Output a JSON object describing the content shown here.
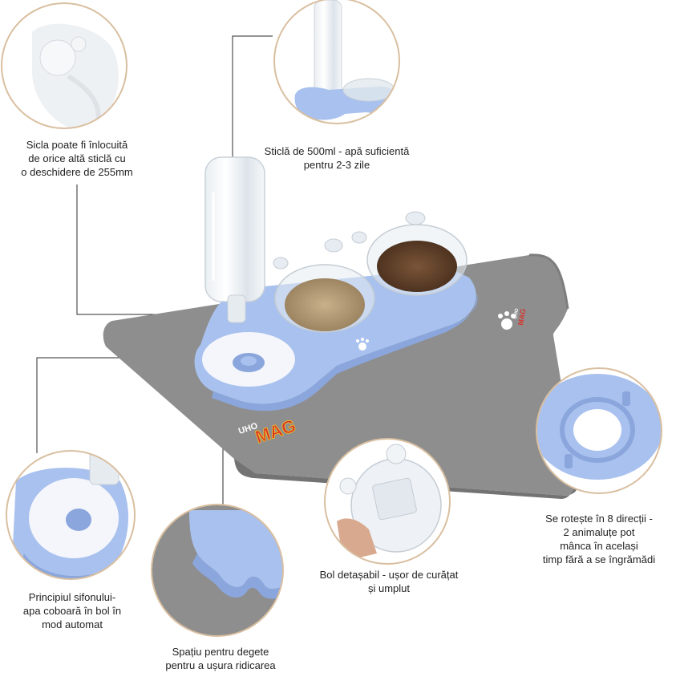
{
  "captions": {
    "bottle_replace": "Sicla poate fi înlocuită\nde orice altă sticlă cu\no deschidere de 255mm",
    "bottle_capacity": "Sticlă de 500ml - apă suficientă\npentru 2-3 zile",
    "rotation": "Se rotește în 8 direcții -\n2 animaluțe pot\nmânca în același\ntimp fără a se îngrămădi",
    "removable_bowl": "Bol detașabil - ușor de curățat\nși umplut",
    "siphon": "Principiul sifonului-\napa coboară în bol în\nmod automat",
    "finger_space": "Spațiu pentru degete\npentru a ușura ridicarea"
  },
  "brand": {
    "line1": "UHO",
    "line2": "MAG"
  },
  "colors": {
    "mat": "#8e8e8e",
    "mat_dark": "#7b7b7b",
    "feeder_blue": "#a9c1ee",
    "feeder_blue_dark": "#8aa6dc",
    "food": "#b9a079",
    "food_dark": "#5e3f28",
    "logo_red": "#d8342b",
    "logo_yellow": "#f3c21b",
    "leader_line": "#2b2b2b"
  }
}
